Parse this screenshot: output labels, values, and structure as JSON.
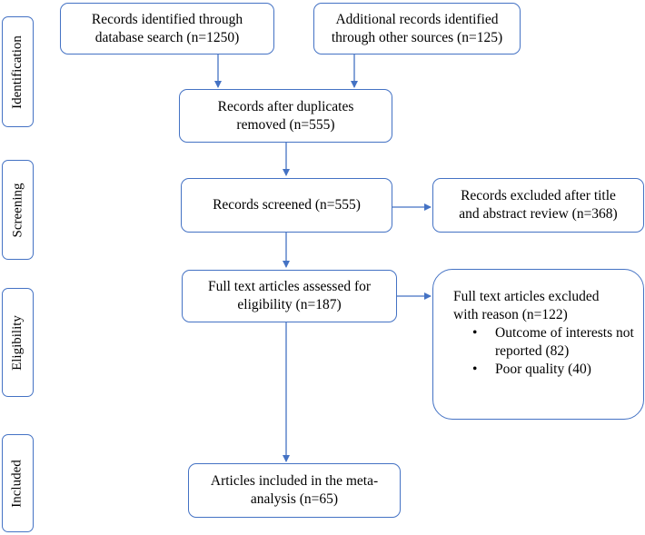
{
  "phases": {
    "identification": "Identification",
    "screening": "Screening",
    "eligibility": "Eligibility",
    "included": "Included"
  },
  "boxes": {
    "database_search": "Records identified through database search (n=1250)",
    "other_sources": "Additional records identified through other sources (n=125)",
    "after_duplicates": "Records after duplicates removed (n=555)",
    "screened": "Records screened (n=555)",
    "excluded_title_abstract": "Records excluded after title and abstract review (n=368)",
    "full_text_assessed": "Full text articles assessed for eligibility (n=187)",
    "included_meta": "Articles included in the meta-analysis (n=65)"
  },
  "full_text_excluded": {
    "heading": "Full text articles excluded with reason (n=122)",
    "reasons": [
      "Outcome of interests not reported (82)",
      "Poor quality (40)"
    ]
  },
  "colors": {
    "border": "#4472c4",
    "arrow": "#4472c4"
  }
}
